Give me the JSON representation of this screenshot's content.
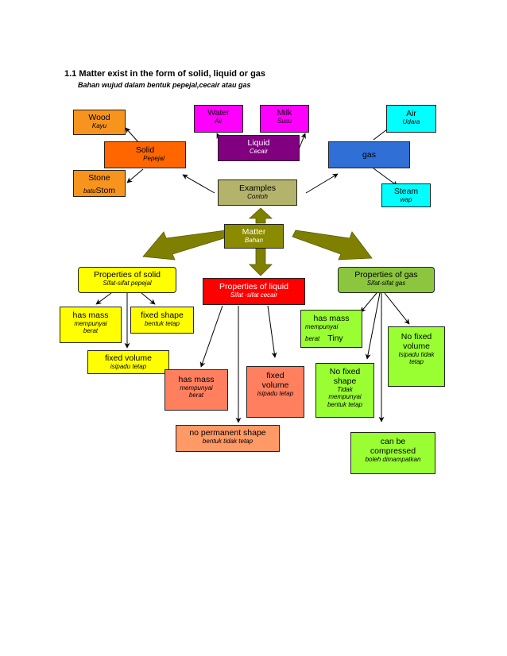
{
  "title": "1.1 Matter exist in the form of solid, liquid or gas",
  "subtitle": "Bahan wujud dalam bentuk pepejal,cecair atau gas",
  "colors": {
    "orange": "#f7941d",
    "solid": "#ff6600",
    "purple": "#800080",
    "magenta": "#ff00ff",
    "blue": "#2f6fd6",
    "cyan": "#00ffff",
    "olive": "#b3b36b",
    "matter": "#8b8b00",
    "yellow": "#ffff00",
    "red": "#ff0000",
    "lime": "#99ff33",
    "salmon": "#ff7f5f",
    "salmon_light": "#ff9966",
    "arrow_olive": "#808000"
  },
  "nodes": {
    "wood": {
      "main": "Wood",
      "sub": "Kayu"
    },
    "solid": {
      "main": "Solid",
      "sub": "Pepejal"
    },
    "stone": {
      "main": "Stone",
      "sub": "batu",
      "sub2": "Stom"
    },
    "water": {
      "main": "Water",
      "sub": "Air"
    },
    "milk": {
      "main": "Milk",
      "sub": "Susu"
    },
    "liquid": {
      "main": "Liquid",
      "sub": "Cecair"
    },
    "air": {
      "main": "Air",
      "sub": "Udara"
    },
    "gas": {
      "main": "gas"
    },
    "steam": {
      "main": "Steam",
      "sub": "wap"
    },
    "examples": {
      "main": "Examples",
      "sub": "Contoh"
    },
    "matter": {
      "main": "Matter",
      "sub": "Bahan"
    },
    "prop_solid": {
      "main": "Properties of solid",
      "sub": "Sifat-sifat pepejal"
    },
    "prop_liquid": {
      "main": "Properties of liquid",
      "sub": "Sifat -sifat cecair"
    },
    "prop_gas": {
      "main": "Properties of gas",
      "sub": "Sifat-sifat gas"
    },
    "solid_mass": {
      "main": "has mass",
      "sub": "mempunyai",
      "sub2": "berat"
    },
    "solid_shape": {
      "main": "fixed shape",
      "sub": "bentuk tetap"
    },
    "solid_volume": {
      "main": "fixed volume",
      "sub": "isipadu tetap"
    },
    "liquid_mass": {
      "main": "has mass",
      "sub": "mempunyai",
      "sub2": "berat"
    },
    "liquid_volume": {
      "main": "fixed",
      "main2": "volume",
      "sub": "isipadu tetap"
    },
    "liquid_shape": {
      "main": "no permanent shape",
      "sub": "bentuk tidak tetap"
    },
    "gas_mass": {
      "main": "has mass",
      "sub": "mempunyai",
      "sub2": "berat",
      "extra": "Tiny"
    },
    "gas_shape": {
      "main": "No fixed",
      "main2": "shape",
      "sub": "Tidak",
      "sub2": "mempunyai",
      "sub3": "bentuk tetap"
    },
    "gas_volume": {
      "main": "No fixed",
      "main2": "volume",
      "sub": "Isipadu tidak",
      "sub2": "tetap"
    },
    "gas_compress": {
      "main": "can be",
      "main2": "compressed",
      "sub": "boleh dimampatkan"
    }
  }
}
